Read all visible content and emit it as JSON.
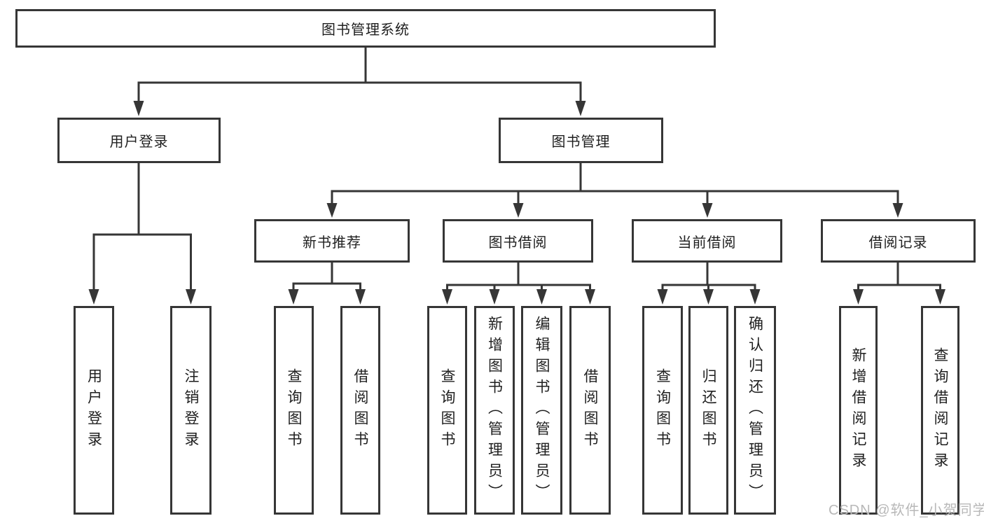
{
  "diagram": {
    "root": {
      "label": "图书管理系统"
    },
    "level2": [
      {
        "label": "用户登录"
      },
      {
        "label": "图书管理"
      }
    ],
    "level3": [
      {
        "label": "新书推荐"
      },
      {
        "label": "图书借阅"
      },
      {
        "label": "当前借阅"
      },
      {
        "label": "借阅记录"
      }
    ],
    "leaves": {
      "user_login": [
        {
          "label": "用户登录"
        },
        {
          "label": "注销登录"
        }
      ],
      "new_books": [
        {
          "label": "查询图书"
        },
        {
          "label": "借阅图书"
        }
      ],
      "book_borrow": [
        {
          "label": "查询图书"
        },
        {
          "label": "新增图书（管理员）"
        },
        {
          "label": "编辑图书（管理员）"
        },
        {
          "label": "借阅图书"
        }
      ],
      "current_borrow": [
        {
          "label": "查询图书"
        },
        {
          "label": "归还图书"
        },
        {
          "label": "确认归还（管理员）"
        }
      ],
      "borrow_records": [
        {
          "label": "新增借阅记录"
        },
        {
          "label": "查询借阅记录"
        }
      ]
    },
    "colors": {
      "line": "#363636",
      "text": "#1f1f1f",
      "background": "#ffffff",
      "watermark": "#b8b8b8"
    },
    "watermark": {
      "text": "CSDN @软件_小贺同学"
    }
  }
}
